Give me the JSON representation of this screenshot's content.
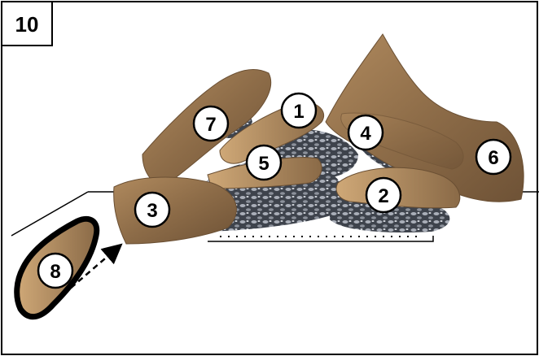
{
  "step_number": "10",
  "log_labels": {
    "log_1": "1",
    "log_2": "2",
    "log_3": "3",
    "log_4": "4",
    "log_5": "5",
    "log_6": "6",
    "log_7": "7",
    "log_8": "8"
  },
  "colors": {
    "border": "#000000",
    "log_wood": "#8b6f4e",
    "log_light": "#c9a57a",
    "ember_bed": "#4a4f5a",
    "badge_fill": "#ffffff"
  }
}
